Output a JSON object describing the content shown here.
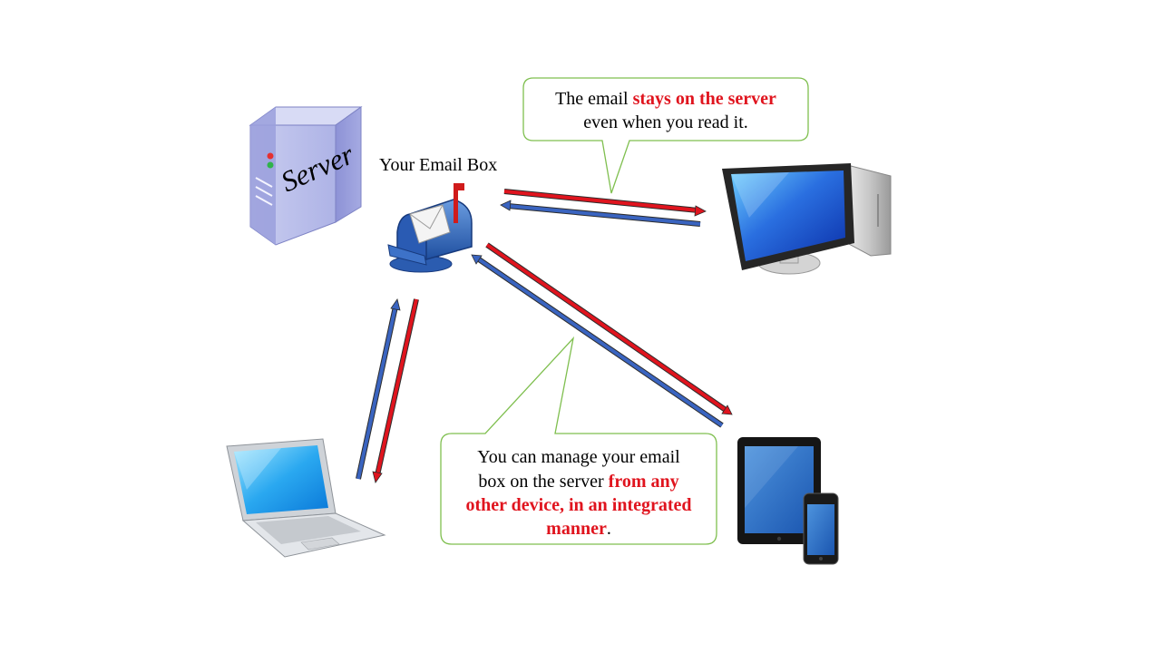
{
  "server": {
    "label": "Server"
  },
  "mailbox": {
    "label": "Your Email Box"
  },
  "callout_top": {
    "line1_plain": "The email ",
    "line1_highlight": "stays on the server",
    "line2": "even when you read it."
  },
  "callout_bottom": {
    "line1": "You can manage your email",
    "line2_plain": "box on the server ",
    "line2_highlight": "from any",
    "line3_highlight": "other device, in an integrated",
    "line4_highlight": "manner",
    "line4_plain": "."
  },
  "colors": {
    "arrow_out": "#e0141e",
    "arrow_in": "#3a64c0",
    "callout_border": "#7fbf4f",
    "highlight_text": "#e0141e"
  },
  "icons": {
    "server": "server-icon",
    "mailbox": "mailbox-icon",
    "desktop": "desktop-computer-icon",
    "laptop": "laptop-icon",
    "tablet": "tablet-icon",
    "phone": "smartphone-icon"
  }
}
